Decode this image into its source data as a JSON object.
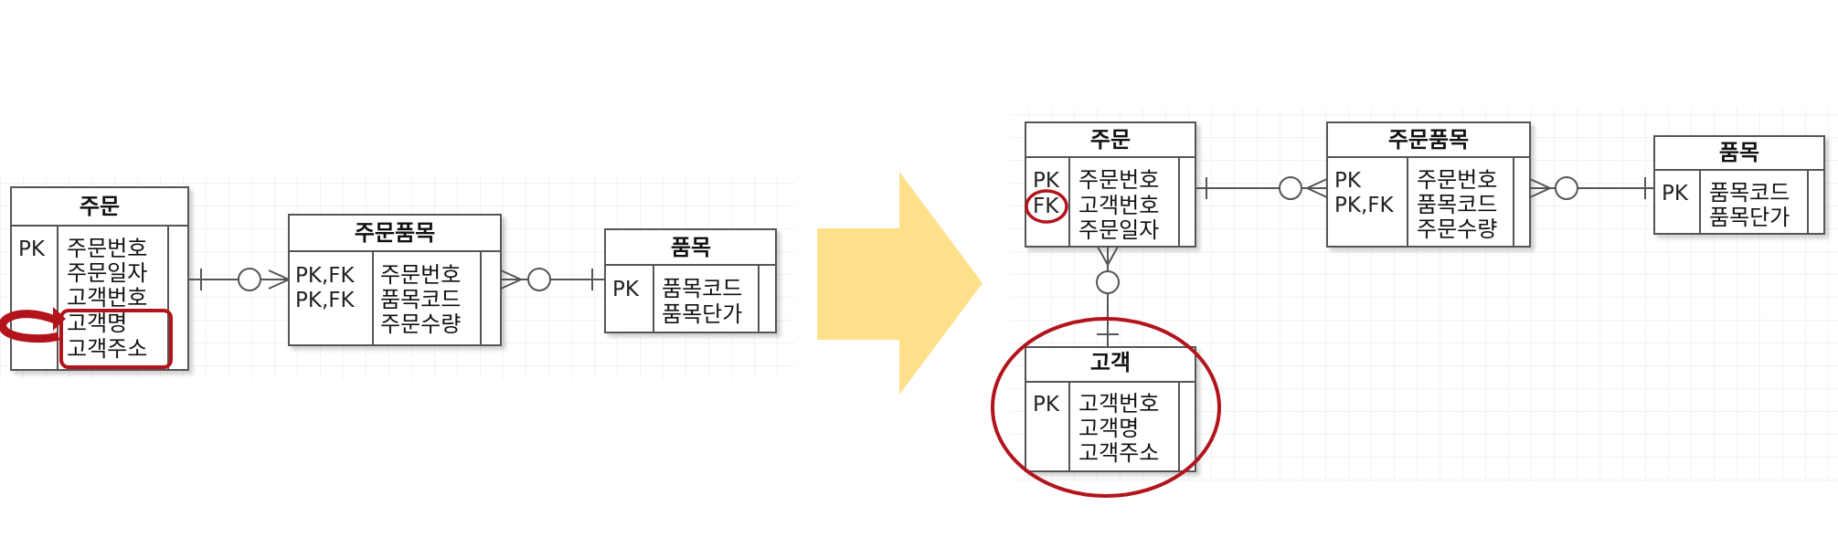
{
  "diagram": {
    "before": {
      "order": {
        "title": "주문",
        "keys": [
          "PK"
        ],
        "attrs": [
          "주문번호",
          "주문일자",
          "고객번호",
          "고객명",
          "고객주소"
        ]
      },
      "order_item": {
        "title": "주문품목",
        "keys": [
          "PK,FK",
          "PK,FK"
        ],
        "attrs": [
          "주문번호",
          "품목코드",
          "주문수량"
        ]
      },
      "product": {
        "title": "품목",
        "keys": [
          "PK"
        ],
        "attrs": [
          "품목코드",
          "품목단가"
        ]
      }
    },
    "after": {
      "order": {
        "title": "주문",
        "keys": [
          "PK",
          "FK"
        ],
        "attrs": [
          "주문번호",
          "고객번호",
          "주문일자"
        ]
      },
      "order_item": {
        "title": "주문품목",
        "keys": [
          "PK",
          "PK,FK"
        ],
        "attrs": [
          "주문번호",
          "품목코드",
          "주문수량"
        ]
      },
      "product": {
        "title": "품목",
        "keys": [
          "PK"
        ],
        "attrs": [
          "품목코드",
          "품목단가"
        ]
      },
      "customer": {
        "title": "고객",
        "keys": [
          "PK"
        ],
        "attrs": [
          "고객번호",
          "고객명",
          "고객주소"
        ]
      }
    }
  },
  "colors": {
    "highlight": "#b3141c",
    "arrow": "#ffe08a",
    "grid": "#e6e6e6",
    "border": "#555555"
  }
}
